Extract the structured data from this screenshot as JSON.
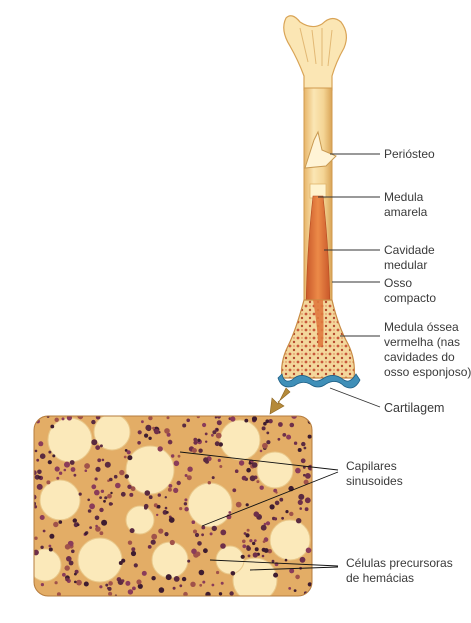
{
  "labels": {
    "periosteo": "Periósteo",
    "medula_amarela_l1": "Medula",
    "medula_amarela_l2": "amarela",
    "cavidade_l1": "Cavidade",
    "cavidade_l2": "medular",
    "osso_l1": "Osso",
    "osso_l2": "compacto",
    "vermelha_l1": "Medula óssea",
    "vermelha_l2": "vermelha (nas",
    "vermelha_l3": "cavidades do",
    "vermelha_l4": "osso esponjoso)",
    "cartilagem": "Cartilagem",
    "capilares_l1": "Capilares",
    "capilares_l2": "sinusoides",
    "celulas_l1": "Células precursoras",
    "celulas_l2": "de hemácias"
  },
  "colors": {
    "bone_light": "#fbe6b4",
    "bone_mid": "#f2cd82",
    "bone_shadow": "#dca95a",
    "cavity": "#e3793a",
    "cavity_dark": "#c9582a",
    "cartilage": "#3f8fb8",
    "arrow": "#b58a3a",
    "micro_bg": "#e8b56a",
    "fat_cell": "#fbe9ba",
    "nucleus": "#5a2a40"
  }
}
